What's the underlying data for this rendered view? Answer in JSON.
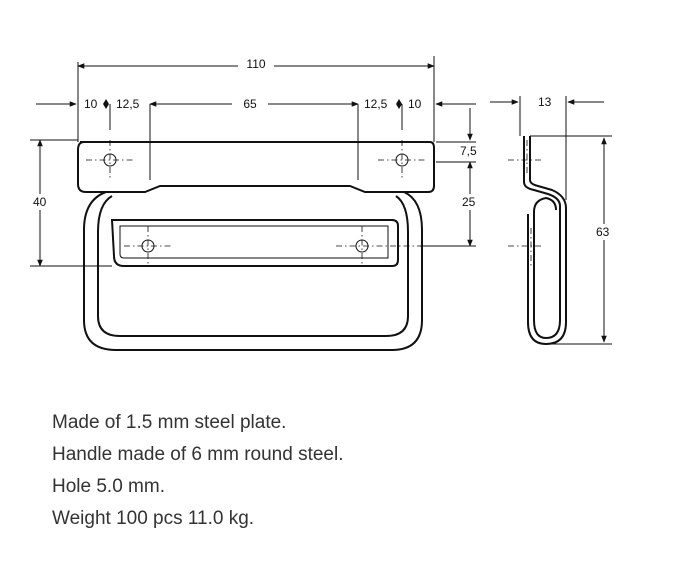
{
  "dimensions": {
    "overall_width": "110",
    "left_edge": "10",
    "left_hole": "12,5",
    "center_span": "65",
    "right_hole": "12,5",
    "right_edge": "10",
    "plate_height": "40",
    "top_offset": "7,5",
    "hole_spacing": "25",
    "side_width": "13",
    "side_height": "63"
  },
  "specs": [
    "Made of 1.5 mm steel plate.",
    "Handle made of 6 mm round steel.",
    "Hole 5.0 mm.",
    "Weight 100 pcs 11.0 kg."
  ]
}
